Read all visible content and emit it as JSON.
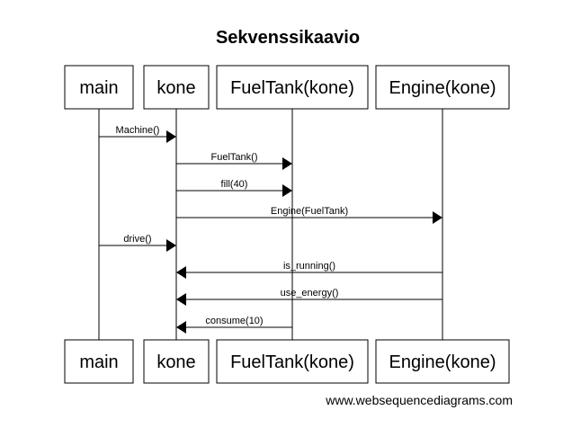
{
  "title": "Sekvenssikaavio",
  "participants": [
    {
      "id": "main",
      "label": "main"
    },
    {
      "id": "kone",
      "label": "kone"
    },
    {
      "id": "fueltank",
      "label": "FuelTank(kone)"
    },
    {
      "id": "engine",
      "label": "Engine(kone)"
    }
  ],
  "messages": [
    {
      "from": "main",
      "to": "kone",
      "label": "Machine()"
    },
    {
      "from": "kone",
      "to": "fueltank",
      "label": "FuelTank()"
    },
    {
      "from": "kone",
      "to": "fueltank",
      "label": "fill(40)"
    },
    {
      "from": "kone",
      "to": "engine",
      "label": "Engine(FuelTank)"
    },
    {
      "from": "main",
      "to": "kone",
      "label": "drive()"
    },
    {
      "from": "engine",
      "to": "kone",
      "label": "is_running()"
    },
    {
      "from": "engine",
      "to": "kone",
      "label": "use_energy()"
    },
    {
      "from": "fueltank",
      "to": "kone",
      "label": "consume(10)"
    }
  ],
  "footer": "www.websequencediagrams.com"
}
